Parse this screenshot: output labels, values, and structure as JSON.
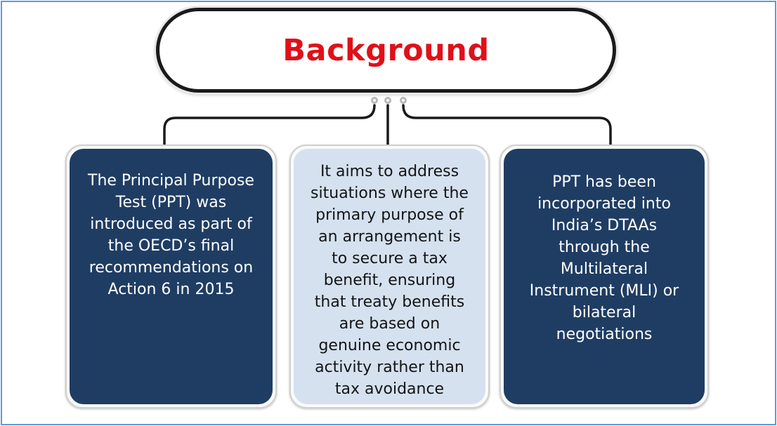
{
  "title": "Background",
  "colors": {
    "title": "#e0101a",
    "dark_card": "#1f3d63",
    "light_card": "#d5e1ef",
    "frame": "#5b9bd5"
  },
  "cards": [
    {
      "style": "dark",
      "text": "The Principal Purpose\nTest (PPT) was\nintroduced as part of\nthe OECD’s final\nrecommendations on\nAction 6 in 2015"
    },
    {
      "style": "light",
      "text": "It aims to address\nsituations where the\nprimary purpose of\nan arrangement is\nto secure a tax\nbenefit, ensuring\nthat treaty benefits\nare based on\ngenuine economic\nactivity rather than\ntax avoidance"
    },
    {
      "style": "dark",
      "text": "PPT has been\nincorporated into\nIndia’s DTAAs\nthrough the\nMultilateral\nInstrument (MLI) or\nbilateral\nnegotiations"
    }
  ]
}
